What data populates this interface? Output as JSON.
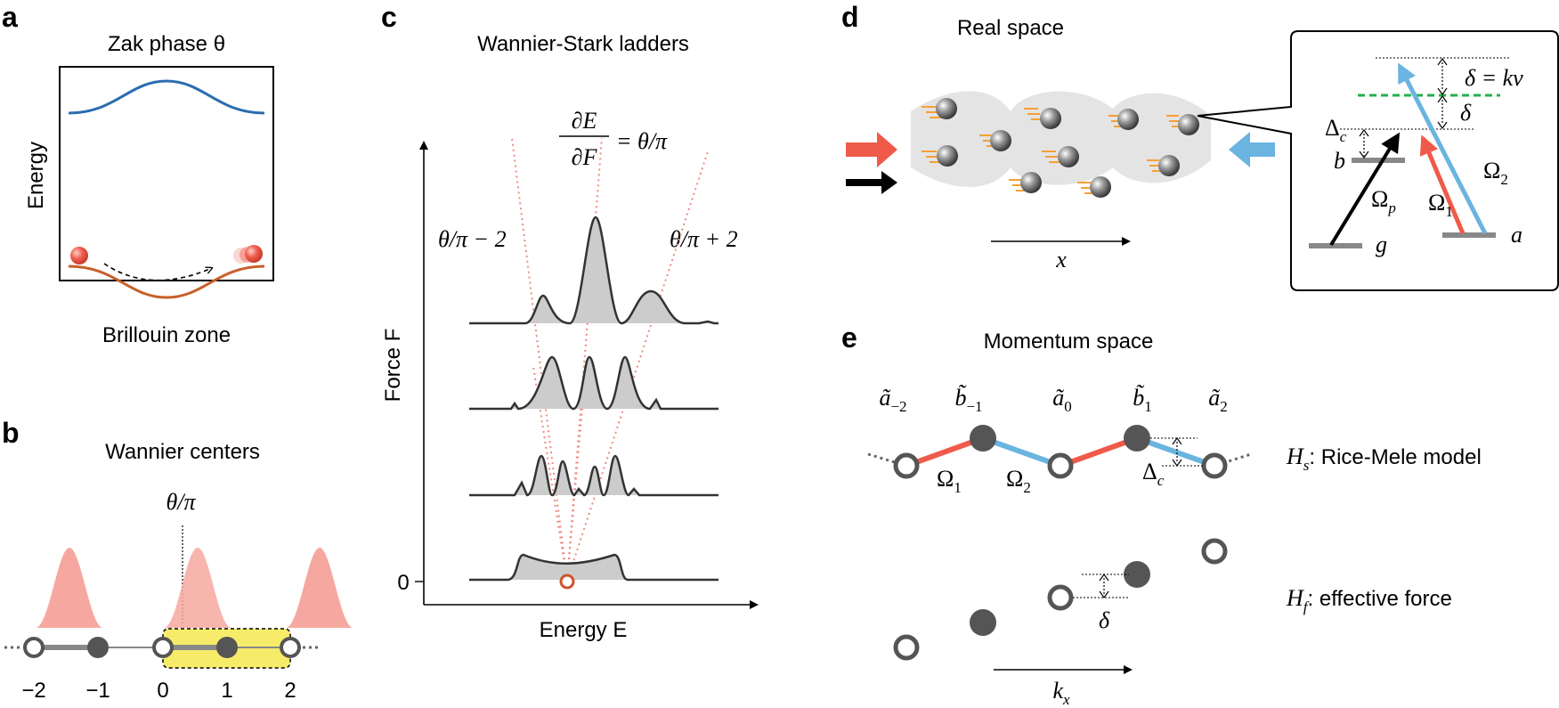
{
  "panels": {
    "a": {
      "letter": "a",
      "title": "Zak phase θ",
      "ylabel": "Energy",
      "xlabel": "Brillouin zone",
      "colors": {
        "upper_band": "#2b6cb0",
        "lower_band": "#c8602a",
        "atom": "#ef5a4a"
      }
    },
    "b": {
      "letter": "b",
      "title": "Wannier centers",
      "theta_label": "θ/π",
      "ticks": [
        "−2",
        "−1",
        "0",
        "1",
        "2"
      ],
      "colors": {
        "gaussian": "#f6a8a0",
        "unit_cell": "#f7ec6a"
      }
    },
    "c": {
      "letter": "c",
      "title": "Wannier-Stark ladders",
      "deriv_num": "∂E",
      "deriv_den": "∂F",
      "deriv_rhs": "= θ/π",
      "left_line_label": "θ/π − 2",
      "right_line_label": "θ/π + 2",
      "ylabel": "Force F",
      "xlabel": "Energy E",
      "zero_label": "0",
      "colors": {
        "guide": "#ef8a80",
        "trace": "#333333",
        "fill": "#cccccc",
        "origin": "#d0522a"
      }
    },
    "d": {
      "letter": "d",
      "title": "Real space",
      "x_label": "x",
      "levels": {
        "b": "b",
        "g": "g",
        "a": "a"
      },
      "labels": {
        "delta_kv": "δ = kv",
        "delta": "δ",
        "delta_c_main": "Δ",
        "delta_c_sub": "c",
        "omega_p_main": "Ω",
        "omega_p_sub": "p",
        "omega1_main": "Ω",
        "omega1_sub": "1",
        "omega2_main": "Ω",
        "omega2_sub": "2"
      },
      "colors": {
        "red_beam": "#ef5a4a",
        "blue_beam": "#6ab4e0",
        "green_dash": "#22b14c",
        "cloud": "#e2e2e2",
        "trail": "#f5a033"
      }
    },
    "e": {
      "letter": "e",
      "title": "Momentum space",
      "site_labels": [
        {
          "main": "ã",
          "sub": "−2"
        },
        {
          "main": "b̃",
          "sub": "−1"
        },
        {
          "main": "ã",
          "sub": "0"
        },
        {
          "main": "b̃",
          "sub": "1"
        },
        {
          "main": "ã",
          "sub": "2"
        }
      ],
      "bond_labels": {
        "omega1_main": "Ω",
        "omega1_sub": "1",
        "omega2_main": "Ω",
        "omega2_sub": "2",
        "delta_c_main": "Δ",
        "delta_c_sub": "c",
        "delta": "δ"
      },
      "hs_main": "H",
      "hs_sub": "s",
      "hs_text": ": Rice-Mele model",
      "hf_main": "H",
      "hf_sub": "f",
      "hf_text": ": effective force",
      "kx_main": "k",
      "kx_sub": "x",
      "colors": {
        "red_bond": "#ef5a4a",
        "blue_bond": "#6ab4e0",
        "site_dark": "#555555"
      }
    }
  }
}
